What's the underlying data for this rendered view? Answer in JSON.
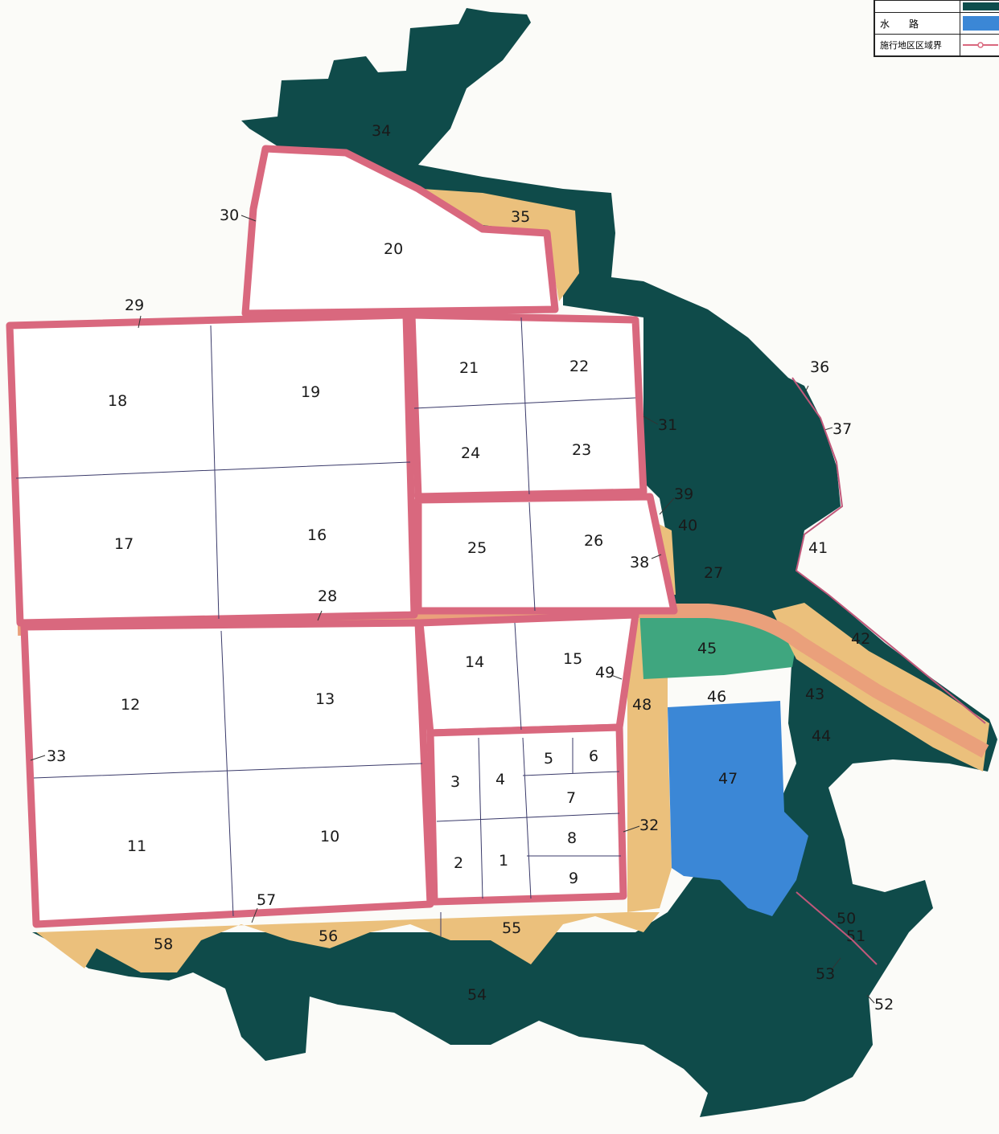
{
  "legend": {
    "rows": [
      {
        "label": "",
        "color": "#0d4d4c"
      },
      {
        "label": "水　　路",
        "color": "#3b87d6"
      },
      {
        "label": "施行地区区域界",
        "color": "#d9687e"
      }
    ]
  },
  "colors": {
    "forest": "#0f4b4a",
    "road": "#e9b9c3",
    "road_edge": "#d9687e",
    "main_road": "#eaa07b",
    "slope": "#ebc07c",
    "park": "#3fa67f",
    "water": "#3b87d6",
    "lot": "#ffffff"
  },
  "lots": [
    "1",
    "2",
    "3",
    "4",
    "5",
    "6",
    "7",
    "8",
    "9",
    "10",
    "11",
    "12",
    "13",
    "14",
    "15",
    "16",
    "17",
    "18",
    "19",
    "20",
    "21",
    "22",
    "23",
    "24",
    "25",
    "26",
    "27",
    "28",
    "29",
    "30",
    "31",
    "32",
    "33",
    "34",
    "35",
    "36",
    "37",
    "38",
    "39",
    "40",
    "41",
    "42",
    "43",
    "44",
    "45",
    "46",
    "47",
    "48",
    "49",
    "50",
    "51",
    "52",
    "53",
    "54",
    "55",
    "56",
    "57",
    "58"
  ]
}
